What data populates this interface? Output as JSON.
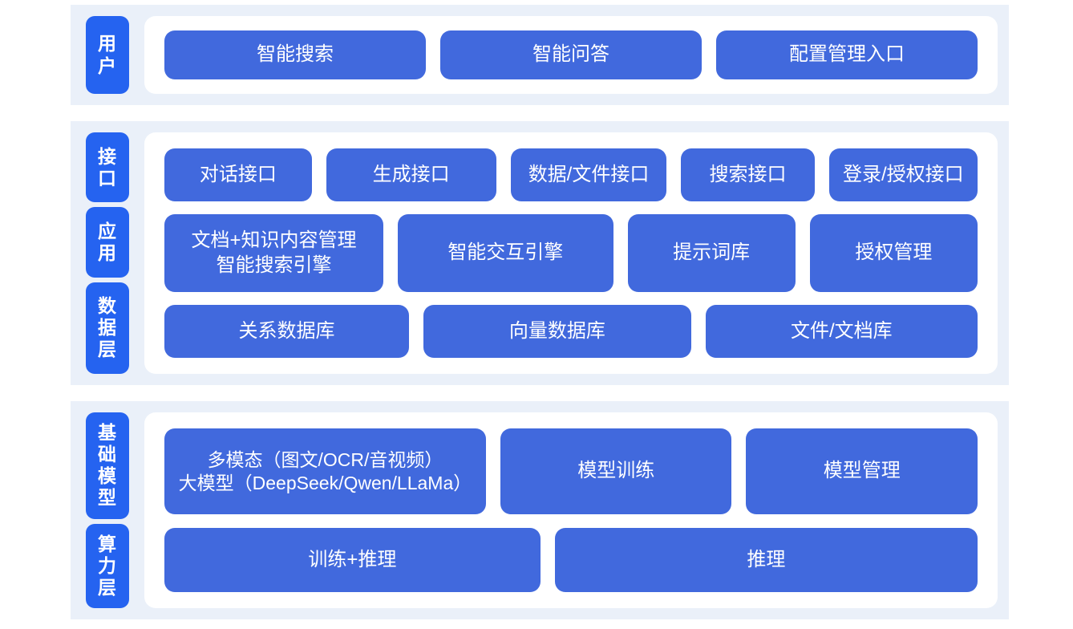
{
  "colors": {
    "panel_background": "#eaf0f9",
    "card_background": "#ffffff",
    "label_blue": "#2563f0",
    "box_blue": "#4169dd",
    "box_text": "#ffffff",
    "page_background": "#ffffff"
  },
  "sections": [
    {
      "id": "user",
      "labels": [
        {
          "name": "user",
          "text": "用户",
          "chars": [
            "用",
            "户"
          ]
        }
      ],
      "rows": [
        {
          "name": "user-entry-row",
          "boxes": [
            {
              "name": "smart-search",
              "lines": [
                "智能搜索"
              ]
            },
            {
              "name": "smart-qa",
              "lines": [
                "智能问答"
              ]
            },
            {
              "name": "config-management-entry",
              "lines": [
                "配置管理入口"
              ]
            }
          ]
        }
      ]
    },
    {
      "id": "platform",
      "labels": [
        {
          "name": "interface",
          "text": "接口",
          "chars": [
            "接",
            "口"
          ]
        },
        {
          "name": "application",
          "text": "应用",
          "chars": [
            "应",
            "用"
          ]
        },
        {
          "name": "data-layer",
          "text": "数据层",
          "chars": [
            "数",
            "据",
            "层"
          ]
        }
      ],
      "rows": [
        {
          "name": "interface-row",
          "boxes": [
            {
              "name": "dialog-api",
              "lines": [
                "对话接口"
              ]
            },
            {
              "name": "generation-api",
              "lines": [
                "生成接口"
              ]
            },
            {
              "name": "data-file-api",
              "lines": [
                "数据/文件接口"
              ]
            },
            {
              "name": "search-api",
              "lines": [
                "搜索接口"
              ]
            },
            {
              "name": "login-auth-api",
              "lines": [
                "登录/授权接口"
              ]
            }
          ]
        },
        {
          "name": "application-row",
          "boxes": [
            {
              "name": "document-knowledge-management",
              "lines": [
                "文档+知识内容管理",
                "智能搜索引擎"
              ]
            },
            {
              "name": "smart-interaction-engine",
              "lines": [
                "智能交互引擎"
              ]
            },
            {
              "name": "prompt-library",
              "lines": [
                "提示词库"
              ]
            },
            {
              "name": "authorization-management",
              "lines": [
                "授权管理"
              ]
            }
          ]
        },
        {
          "name": "data-layer-row",
          "boxes": [
            {
              "name": "relational-database",
              "lines": [
                "关系数据库"
              ]
            },
            {
              "name": "vector-database",
              "lines": [
                "向量数据库"
              ]
            },
            {
              "name": "file-document-store",
              "lines": [
                "文件/文档库"
              ]
            }
          ]
        }
      ]
    },
    {
      "id": "infrastructure",
      "labels": [
        {
          "name": "foundation-model",
          "text": "基础模型",
          "chars": [
            "基",
            "础",
            "模",
            "型"
          ]
        },
        {
          "name": "compute-layer",
          "text": "算力层",
          "chars": [
            "算",
            "力",
            "层"
          ]
        }
      ],
      "rows": [
        {
          "name": "foundation-model-row",
          "boxes": [
            {
              "name": "multimodal-large-model",
              "lines": [
                "多模态（图文/OCR/音视频）",
                "大模型（DeepSeek/Qwen/LLaMa）"
              ]
            },
            {
              "name": "model-training",
              "lines": [
                "模型训练"
              ]
            },
            {
              "name": "model-management",
              "lines": [
                "模型管理"
              ]
            }
          ]
        },
        {
          "name": "compute-layer-row",
          "boxes": [
            {
              "name": "training-inference",
              "lines": [
                "训练+推理"
              ]
            },
            {
              "name": "inference",
              "lines": [
                "推理"
              ]
            }
          ]
        }
      ]
    }
  ]
}
